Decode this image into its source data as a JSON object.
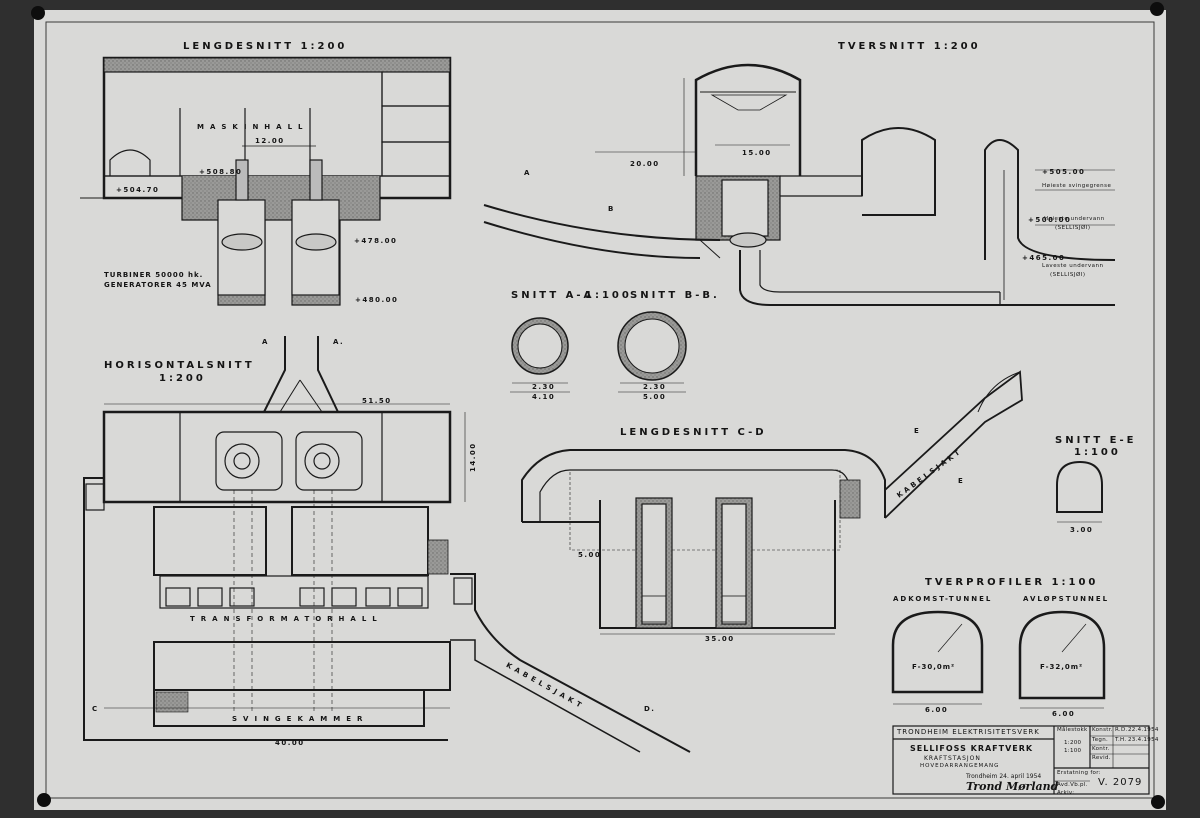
{
  "sections": {
    "lengdesnitt": "LENGDESNITT 1:200",
    "tversnitt": "TVERSNITT 1:200",
    "snitt_aa": "SNITT A-A",
    "scale_100": "1:100",
    "snitt_bb": "SNITT B-B.",
    "horisontalsnitt": "HORISONTALSNITT",
    "horisontal_scale": "1:200",
    "lengdesnitt_cd": "LENGDESNITT C-D",
    "snitt_ee": "SNITT E-E",
    "snitt_ee_scale": "1:100",
    "tverprofiler": "TVERPROFILER 1:100",
    "adkomst": "ADKOMST-TUNNEL",
    "avlop": "AVLØPSTUNNEL"
  },
  "rooms": {
    "maskinhall": "MASKINHALL",
    "transformatorhall": "TRANSFORMATORHALL",
    "svingekammer": "SVINGEKAMMER",
    "kabelsjakt": "KABELSJAKT"
  },
  "notes": {
    "turbiner": "TURBINER 50000 hk.",
    "generatorer": "GENERATORER 45 MVA",
    "hoieste_svingegrense": "Høieste svingegrense",
    "hoieste_undervann": "Høieste undervann",
    "sellisjoi": "(SELLISJØI)",
    "laveste_undervann": "Laveste undervann",
    "sellisjoi2": "(SELLISJØI)",
    "area_adkomst": "F-30,0m²",
    "area_avlop": "F-32,0m²"
  },
  "dimensions": {
    "d_12": "12.00",
    "d_20": "20.00",
    "d_15": "15.00",
    "d_51_50": "51.50",
    "d_14": "14.00",
    "d_35": "35.00",
    "d_40": "40.00",
    "d_6a": "6.00",
    "d_6b": "6.00",
    "d_3": "3.00",
    "d_5": "5.00",
    "d_2_30a": "2.30",
    "d_4_10": "4.10",
    "d_2_30b": "2.30",
    "d_5_00": "5.00",
    "elev_508_80": "+508.80",
    "elev_504_70": "+504.70",
    "elev_478": "+478.00",
    "elev_480": "+480.00",
    "elev_505": "+505.00",
    "elev_500": "+500.00",
    "elev_465": "+465.00"
  },
  "section_marks": {
    "a1": "A",
    "a2": "A.",
    "b": "B",
    "c": "C",
    "d": "D.",
    "e1": "E",
    "e2": "E"
  },
  "title_block": {
    "owner": "TRONDHEIM ELEKTRISITETSVERK",
    "project": "SELLIFOSS KRAFTVERK",
    "subject": "KRAFTSTASJON",
    "subtitle": "HOVEDARRANGEMANG",
    "place_date": "Trondheim 24. april 1954",
    "signature": "Trond Mørland",
    "scale_label": "Målestokk",
    "scale_1": "1:200",
    "scale_2": "1:100",
    "konstr_label": "Konstr.",
    "tegn_label": "Tegn.",
    "kontr_label": "Kontr.",
    "revid_label": "Revid.",
    "konstr_val": "R.D.",
    "tegn_val": "T.H.",
    "konstr_date": "22.4.1954",
    "tegn_date": "23.4.1954",
    "erstatning_label": "Erstatning for:",
    "avd_label": "Avd.Vb.pl.",
    "arkiv_label": "Arkiv:",
    "drawing_no": "V. 2079"
  },
  "colors": {
    "paper": "#d9d9d7",
    "ink": "#141414",
    "hatch": "#8f8f8d",
    "background": "#2f2f2f"
  }
}
